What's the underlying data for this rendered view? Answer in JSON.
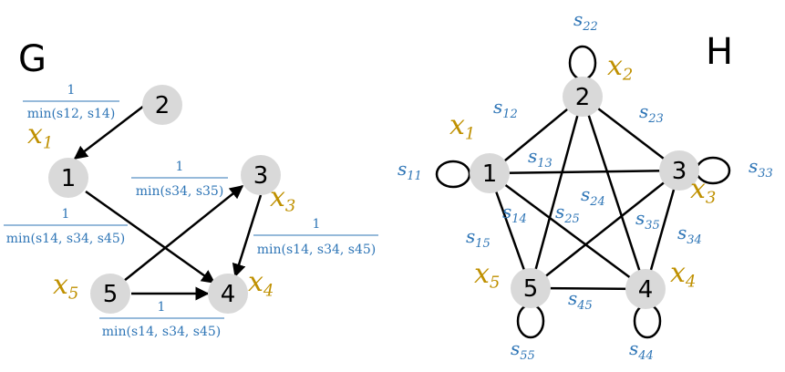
{
  "colors": {
    "weight": "#2e75b6",
    "variable": "#bf9000",
    "node": "#d9d9d9",
    "edge": "#000000"
  },
  "graph_g": {
    "title": "G",
    "nodes": [
      "1",
      "2",
      "3",
      "4",
      "5"
    ],
    "edges": [
      {
        "from": "2",
        "to": "1",
        "weight": {
          "num": "1",
          "den": "min(s12, s14)"
        }
      },
      {
        "from": "1",
        "to": "4",
        "weight": {
          "num": "1",
          "den": "min(s14, s34, s45)"
        }
      },
      {
        "from": "5",
        "to": "3",
        "weight": {
          "num": "1",
          "den": "min(s34, s35)"
        }
      },
      {
        "from": "3",
        "to": "4",
        "weight": {
          "num": "1",
          "den": "min(s14, s34, s45)"
        }
      },
      {
        "from": "5",
        "to": "4",
        "weight": {
          "num": "1",
          "den": "min(s14, s34, s45)"
        }
      }
    ],
    "variables": [
      "x1",
      "x3",
      "x4",
      "x5"
    ]
  },
  "graph_h": {
    "title": "H",
    "nodes": [
      "1",
      "2",
      "3",
      "4",
      "5"
    ],
    "variables": [
      "x1",
      "x2",
      "x3",
      "x4",
      "x5"
    ],
    "edges": [
      {
        "from": "1",
        "to": "2",
        "label": "s12"
      },
      {
        "from": "2",
        "to": "3",
        "label": "s23"
      },
      {
        "from": "1",
        "to": "3",
        "label": "s13"
      },
      {
        "from": "1",
        "to": "4",
        "label": "s14"
      },
      {
        "from": "1",
        "to": "5",
        "label": "s15"
      },
      {
        "from": "2",
        "to": "4",
        "label": "s24"
      },
      {
        "from": "2",
        "to": "5",
        "label": "s25"
      },
      {
        "from": "3",
        "to": "4",
        "label": "s34"
      },
      {
        "from": "3",
        "to": "5",
        "label": "s35"
      },
      {
        "from": "4",
        "to": "5",
        "label": "s45"
      }
    ],
    "self_loops": [
      {
        "node": "1",
        "label": "s11"
      },
      {
        "node": "2",
        "label": "s22"
      },
      {
        "node": "3",
        "label": "s33"
      },
      {
        "node": "4",
        "label": "s44"
      },
      {
        "node": "5",
        "label": "s55"
      }
    ]
  }
}
